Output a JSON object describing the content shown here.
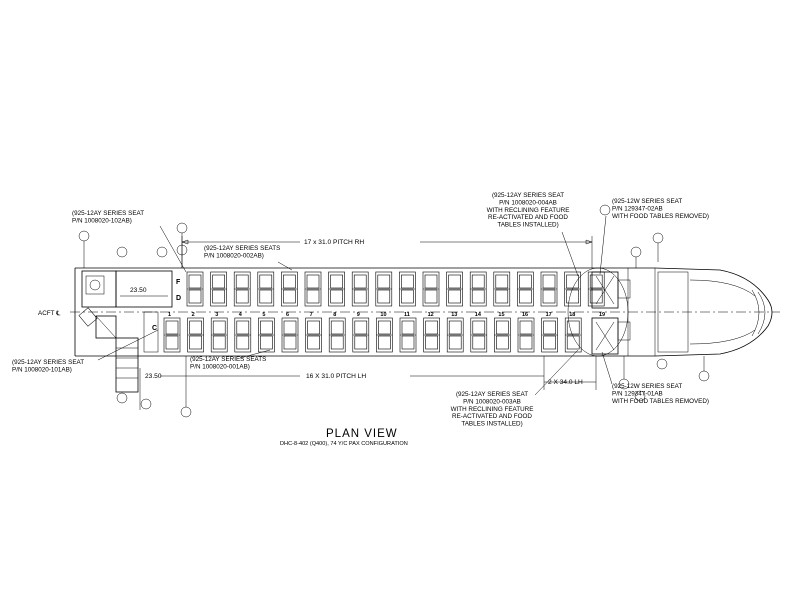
{
  "drawing": {
    "title": "PLAN VIEW",
    "subtitle": "DHC-8-402 (Q400), 74 Y/C PAX CONFIGURATION",
    "centerline_label": "ACFT ℄",
    "doors": {
      "upper_fwd": "F",
      "upper_aft": "D",
      "lower": "C"
    },
    "lavatory_dim": "23.50",
    "stair_dim": "23.50",
    "row_numbers": [
      "1",
      "2",
      "3",
      "4",
      "5",
      "6",
      "7",
      "8",
      "9",
      "10",
      "11",
      "12",
      "13",
      "14",
      "15",
      "16",
      "17",
      "18",
      "19"
    ]
  },
  "dimensions": {
    "upper": "17 x 31.0 PITCH RH",
    "lower": "16 X 31.0 PITCH LH",
    "lower_aft": "2 X 34.0 LH"
  },
  "callouts": {
    "top_left": [
      "(925-12AY SERIES SEAT",
      "P/N 1008020-102AB)"
    ],
    "top_center": [
      "(925-12AY SERIES SEATS",
      "P/N 1008020-002AB)"
    ],
    "top_right_recline": [
      "(925-12AY SERIES SEAT",
      "P/N 1008020-004AB",
      "WITH RECLINING FEATURE",
      "RE-ACTIVATED AND FOOD",
      "TABLES INSTALLED)"
    ],
    "top_right_food": [
      "(925-12W SERIES SEAT",
      "P/N 129347-02AB",
      "WITH FOOD TABLES REMOVED)"
    ],
    "bottom_left": [
      "(925-12AY SERIES SEAT",
      "P/N 1008020-101AB)"
    ],
    "bottom_center": [
      "(925-12AY SERIES SEATS",
      "P/N 1008020-001AB)"
    ],
    "bottom_right_recline": [
      "(925-12AY SERIES SEAT",
      "P/N 1008020-003AB",
      "WITH RECLINING FEATURE",
      "RE-ACTIVATED AND FOOD",
      "TABLES INSTALLED)"
    ],
    "bottom_right_food": [
      "(925-12W SERIES SEAT",
      "P/N 129347-01AB",
      "WITH FOOD TABLES REMOVED)"
    ]
  }
}
